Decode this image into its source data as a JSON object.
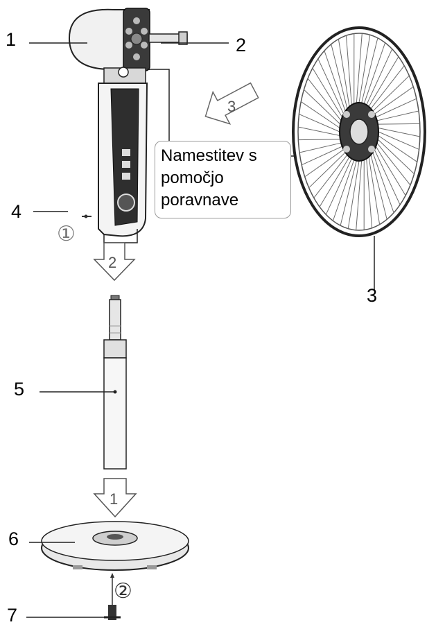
{
  "parts": {
    "motor_head": "1",
    "shaft": "2",
    "guard": "3",
    "knob": "4",
    "pole": "5",
    "base": "6",
    "screw": "7"
  },
  "steps": {
    "step1_circle": "①",
    "step2_circle": "②",
    "arrow_step2": "2",
    "arrow_step1": "1",
    "arrow_step3": "3"
  },
  "callout": {
    "line1": "Namestitev s",
    "line2": "pomočjo",
    "line3": "poravnave"
  }
}
